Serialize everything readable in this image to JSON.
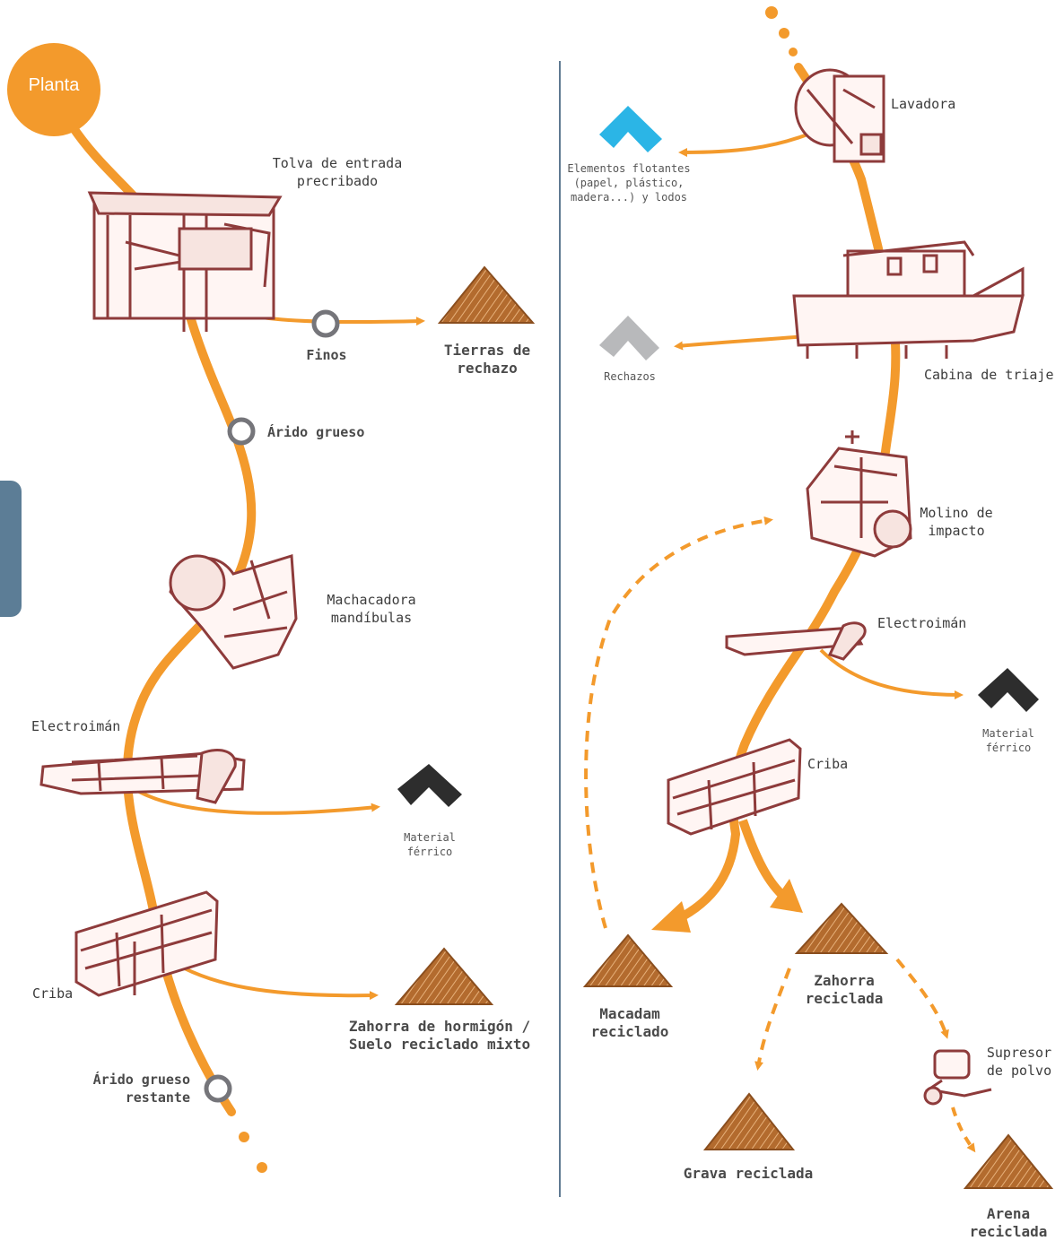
{
  "start_node": {
    "label": "Planta",
    "color": "#f39a2c"
  },
  "colors": {
    "flow": "#f39a2c",
    "machine": "#8e3b3b",
    "pile": "#b36b2e",
    "ring": "#75757a",
    "divider": "#5f7a92",
    "side_tab": "#5c7d96",
    "floating": "#2bb5e6",
    "rejects": "#b8b9bb",
    "ferrous": "#2d2d2d"
  },
  "left_column": {
    "hopper": {
      "line1": "Tolva de entrada",
      "line2": "precribado",
      "icon": "hopper-machine-icon"
    },
    "fines": {
      "label": "Finos"
    },
    "reject_soil": {
      "line1": "Tierras de",
      "line2": "rechazo",
      "icon": "material-pile-icon"
    },
    "coarse_aggregate": {
      "label": "Árido grueso"
    },
    "jaw_crusher": {
      "line1": "Machacadora",
      "line2": "mandíbulas",
      "icon": "jaw-crusher-icon"
    },
    "electromagnet": {
      "label": "Electroimán",
      "icon": "electromagnet-icon"
    },
    "ferrous": {
      "line1": "Material",
      "line2": "férrico",
      "icon": "scrap-metal-icon"
    },
    "screen": {
      "label": "Criba",
      "icon": "screen-machine-icon"
    },
    "concrete_subbase": {
      "line1": "Zahorra de hormigón /",
      "line2": "Suelo reciclado mixto",
      "icon": "material-pile-icon"
    },
    "remaining": {
      "line1": "Árido grueso",
      "line2": "restante"
    }
  },
  "right_column": {
    "washer": {
      "label": "Lavadora",
      "icon": "washer-machine-icon"
    },
    "floating": {
      "line1": "Elementos flotantes",
      "line2": "(papel, plástico,",
      "line3": "madera...) y lodos",
      "icon": "floating-material-icon"
    },
    "sorting_cabin": {
      "label": "Cabina de triaje",
      "icon": "sorting-cabin-icon"
    },
    "rejects": {
      "label": "Rechazos",
      "icon": "rejects-material-icon"
    },
    "impact_mill": {
      "line1": "Molino de",
      "line2": "impacto",
      "icon": "impact-mill-icon"
    },
    "electromagnet": {
      "label": "Electroimán",
      "icon": "electromagnet-icon"
    },
    "ferrous": {
      "line1": "Material",
      "line2": "férrico",
      "icon": "scrap-metal-icon"
    },
    "screen": {
      "label": "Criba",
      "icon": "screen-machine-icon"
    },
    "macadam": {
      "line1": "Macadam",
      "line2": "reciclado",
      "icon": "material-pile-icon"
    },
    "recycled_subbase": {
      "line1": "Zahorra",
      "line2": "reciclada",
      "icon": "material-pile-icon"
    },
    "gravel": {
      "label": "Grava reciclada",
      "icon": "material-pile-icon"
    },
    "dust_suppressor": {
      "line1": "Supresor",
      "line2": "de polvo",
      "icon": "dust-suppressor-icon"
    },
    "sand": {
      "line1": "Arena",
      "line2": "reciclada",
      "icon": "material-pile-icon"
    }
  }
}
